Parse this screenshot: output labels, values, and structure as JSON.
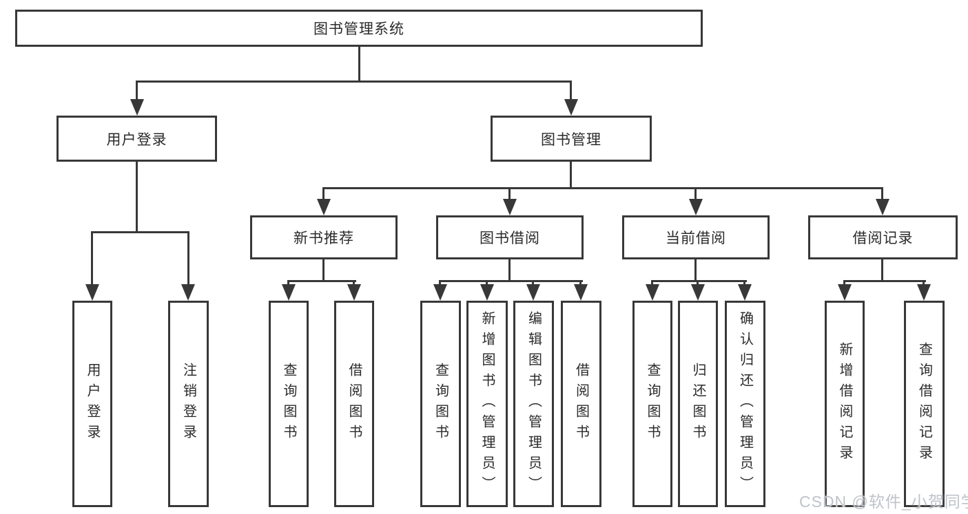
{
  "diagram": {
    "root": "图书管理系统",
    "level2": {
      "user_login": "用户登录",
      "book_management": "图书管理"
    },
    "level3": {
      "new_book_recommendation": "新书推荐",
      "book_borrowing": "图书借阅",
      "current_borrowing": "当前借阅",
      "borrowing_records": "借阅记录"
    },
    "leaves": {
      "user_login": "用户登录",
      "logout": "注销登录",
      "query_books_recommend": "查询图书",
      "borrow_books_recommend": "借阅图书",
      "query_books_borrow": "查询图书",
      "add_books_admin": "新增图书（管理员）",
      "edit_books_admin": "编辑图书（管理员）",
      "borrow_books": "借阅图书",
      "query_books_current": "查询图书",
      "return_books": "归还图书",
      "confirm_return_admin": "确认归还（管理员）",
      "add_borrow_record": "新增借阅记录",
      "query_borrow_record": "查询借阅记录"
    }
  },
  "watermark": "CSDN @软件_小贺同学",
  "colors": {
    "line": "#383838",
    "text": "#2b2b2b",
    "watermark": "#bfc3c9",
    "background": "#ffffff"
  }
}
